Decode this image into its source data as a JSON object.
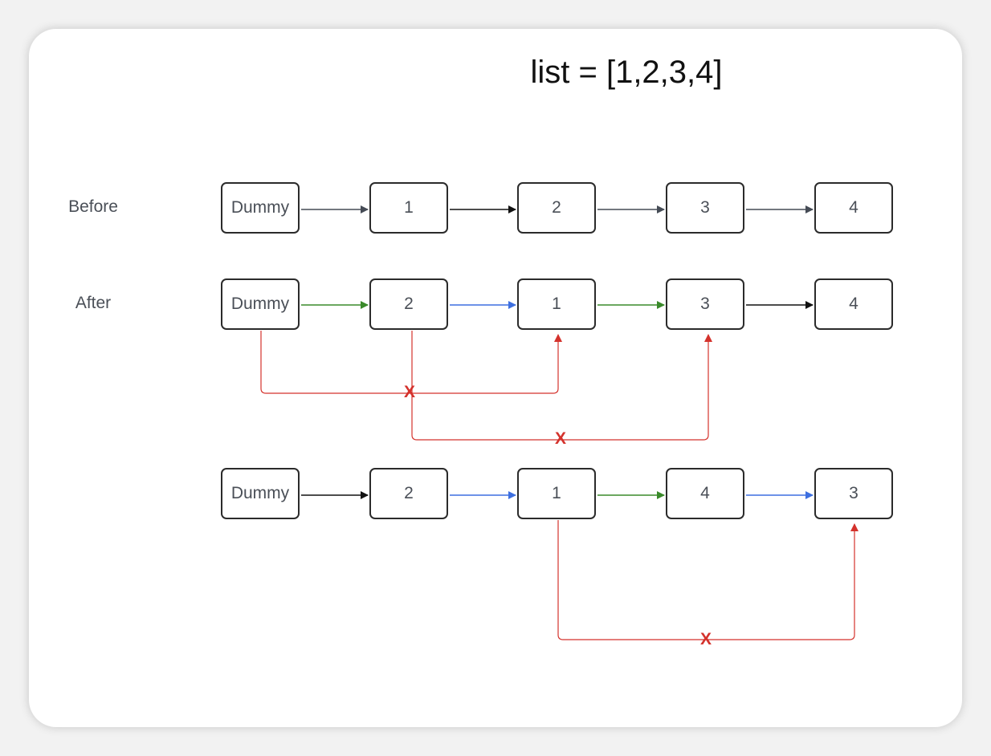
{
  "title": "list = [1,2,3,4]",
  "row_labels": {
    "before": "Before",
    "after": "After"
  },
  "rows": {
    "before": [
      "Dummy",
      "1",
      "2",
      "3",
      "4"
    ],
    "after": [
      "Dummy",
      "2",
      "1",
      "3",
      "4"
    ],
    "after2": [
      "Dummy",
      "2",
      "1",
      "4",
      "3"
    ]
  },
  "cut_marks": {
    "first": "X",
    "second": "X",
    "third": "X"
  },
  "colors": {
    "black": "#111111",
    "gray": "#4a4f57",
    "green": "#3a8a2a",
    "blue": "#3d6fe0",
    "red": "#d4322c"
  }
}
